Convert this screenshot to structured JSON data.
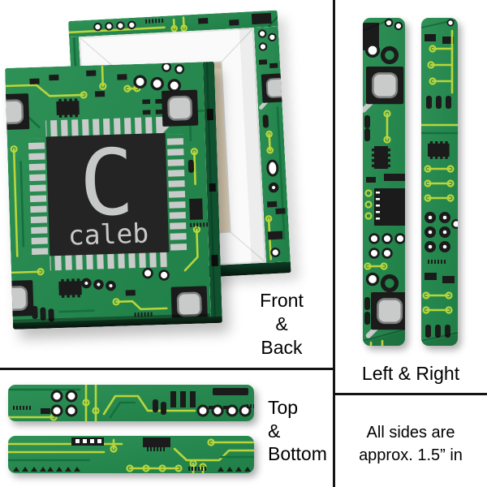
{
  "design": {
    "pattern_name": "circuit-board",
    "monogram_letter": "C",
    "name": "caleb",
    "colors": {
      "board_green": "#24884e",
      "board_green_light": "#2e9156",
      "trace_bright": "#b9d53b",
      "trace_dark": "#15703e",
      "component_black": "#1b1b1b",
      "chip_pad_gray": "#c9cbca",
      "chip_body_black": "#242424",
      "monogram_gray": "#c7c9c8",
      "canvas_back_white": "#fafafa",
      "backing_tan": "#d9ccb3",
      "frame_side_green": "#14643a",
      "divider_black": "#141414",
      "label_black": "#000000"
    }
  },
  "sections": {
    "front_back": {
      "lines": [
        "Front",
        "&",
        "Back"
      ]
    },
    "left_right": {
      "label": "Left & Right"
    },
    "top_bottom": {
      "lines": [
        "Top",
        "&",
        "Bottom"
      ]
    },
    "dimensions_note": {
      "lines": [
        "All sides are",
        "approx. 1.5” in"
      ]
    }
  }
}
